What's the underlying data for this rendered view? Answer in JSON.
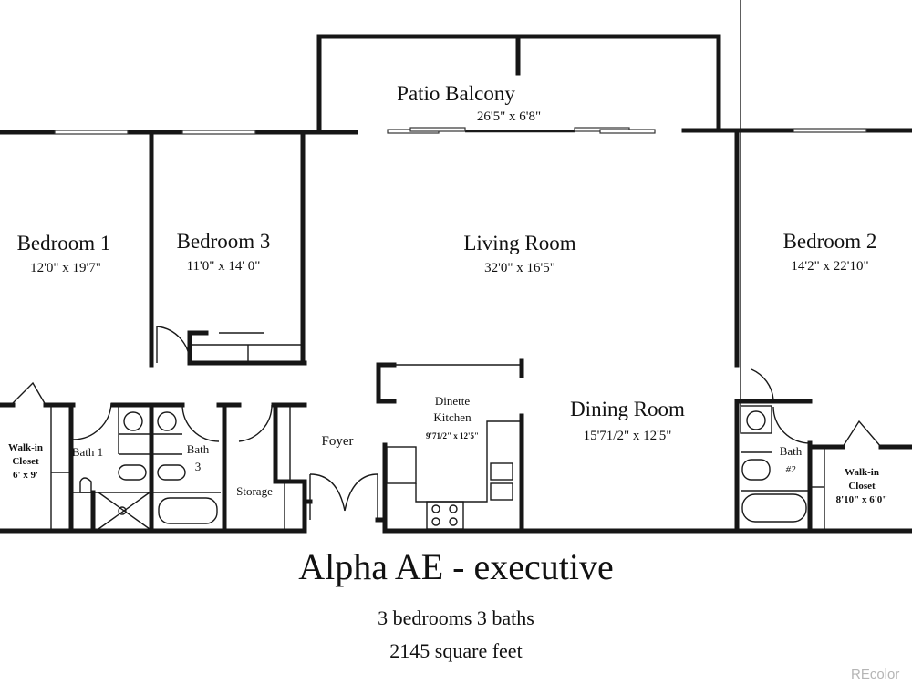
{
  "plan": {
    "title": "Alpha AE - executive",
    "summary_line_1": "3 bedrooms 3 baths",
    "summary_line_2": "2145 square feet",
    "watermark": "REcolor"
  },
  "rooms": {
    "patio": {
      "name": "Patio Balcony",
      "dims": "26'5\" x 6'8\""
    },
    "bedroom1": {
      "name": "Bedroom 1",
      "dims": "12'0\" x 19'7\""
    },
    "bedroom3": {
      "name": "Bedroom 3",
      "dims": "11'0\" x 14' 0\""
    },
    "living": {
      "name": "Living Room",
      "dims": "32'0\" x 16'5\""
    },
    "bedroom2": {
      "name": "Bedroom 2",
      "dims": "14'2\" x 22'10\""
    },
    "dinette": {
      "name_1": "Dinette",
      "name_2": "Kitchen",
      "dims": "9'71/2\" x 12'5\""
    },
    "dining": {
      "name": "Dining Room",
      "dims": "15'71/2\" x 12'5\""
    },
    "foyer": {
      "name": "Foyer"
    },
    "storage": {
      "name": "Storage"
    },
    "bath1": {
      "name": "Bath 1"
    },
    "bath3": {
      "name_1": "Bath",
      "name_2": "3"
    },
    "bath2": {
      "name_1": "Bath",
      "name_2": "#2"
    },
    "closet_left": {
      "name_1": "Walk-in",
      "name_2": "Closet",
      "dims": "6' x 9'"
    },
    "closet_right": {
      "name_1": "Walk-in",
      "name_2": "Closet",
      "dims": "8'10\" x 6'0\""
    }
  }
}
